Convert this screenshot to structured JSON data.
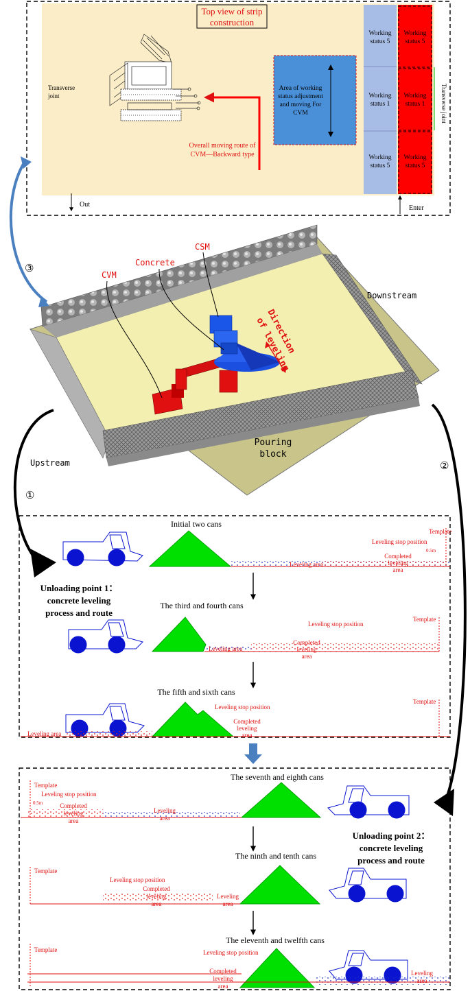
{
  "top_view": {
    "title_line1": "Top view of strip",
    "title_line2": "construction",
    "transverse_joint_left_1": "Transverse",
    "transverse_joint_left_2": "joint",
    "adjust_area_1": "Area of working",
    "adjust_area_2": "status adjustment",
    "adjust_area_3": "and moving  For",
    "adjust_area_4": "CVM",
    "route_1": "Overall moving route of",
    "route_2": "CVM—Backward type",
    "ws_label_1": "Working",
    "ws_top": "status 5",
    "ws_mid": "status 1",
    "ws_bot": "status 5",
    "transverse_joint_right": "Transverse joint",
    "out": "Out",
    "enter": "Enter"
  },
  "block_3d": {
    "cvm": "CVM",
    "concrete": "Concrete",
    "csm": "CSM",
    "direction_1": "Direction",
    "direction_2": "of leveling",
    "downstream": "Downstream",
    "upstream": "Upstream",
    "pouring_1": "Pouring",
    "pouring_2": "block",
    "marker_1": "①",
    "marker_2": "②",
    "marker_3": "③"
  },
  "process_1": {
    "title_1": "Unloading point 1：",
    "title_2": "concrete leveling",
    "title_3": "process and route",
    "stage_a": "Initial two cans",
    "stage_b": "The third and fourth cans",
    "stage_c": "The fifth and sixth cans",
    "template": "Template",
    "stop_position": "Leveling stop position",
    "completed_1": "Completed",
    "completed_2": "leveling",
    "completed_3": "area",
    "leveling_area": "Leveling area",
    "dim": "0.5m"
  },
  "process_2": {
    "title_1": "Unloading point 2：",
    "title_2": "concrete leveling",
    "title_3": "process and route",
    "stage_a": "The seventh and eighth cans",
    "stage_b": "The ninth and tenth cans",
    "stage_c": "The eleventh and twelfth cans",
    "template": "Template",
    "stop_position": "Leveling stop position",
    "completed_1": "Completed",
    "completed_2": "leveling",
    "completed_3": "area",
    "leveling_area_1": "Leveling",
    "leveling_area_2": "area",
    "dim": "0.5m"
  },
  "colors": {
    "top_bg": "#faedc8",
    "adjust_blue": "#4a90d9",
    "working_blue": "#a8bde6",
    "working_red": "#ff0000",
    "pile_green": "#00e000",
    "truck_blue": "#0a14d0",
    "cvm_red": "#e01010",
    "csm_blue": "#1050e0",
    "label_red": "#e01010",
    "floor_yellow": "#f3efb0",
    "wall_gray": "#8a8a8a",
    "arrow_blue": "#4a7fc0",
    "leveling_dots": "#e02020"
  }
}
